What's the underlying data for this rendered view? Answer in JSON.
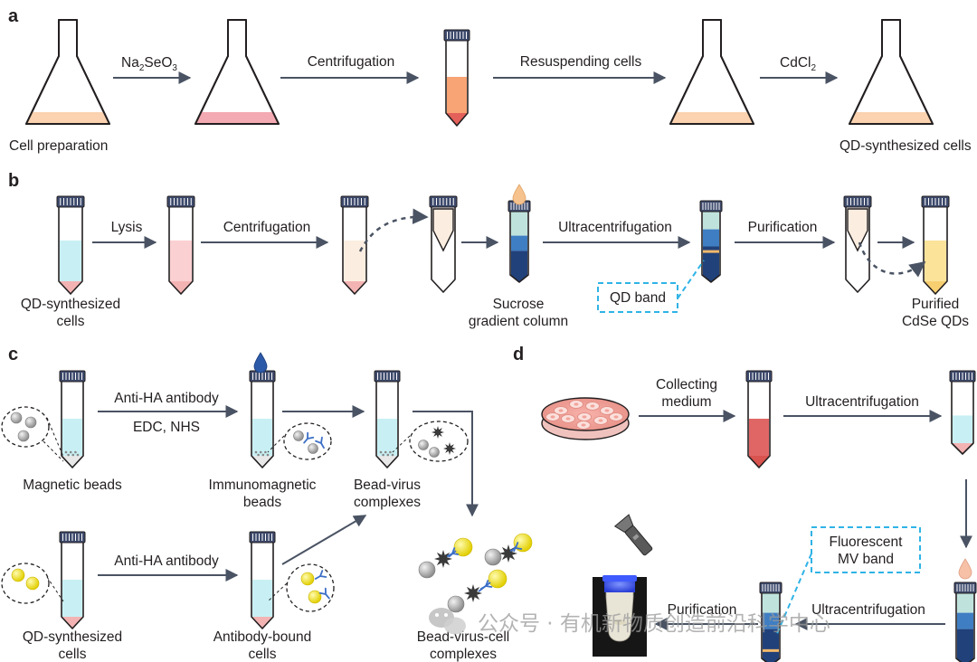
{
  "panels": {
    "a": "a",
    "b": "b",
    "c": "c",
    "d": "d"
  },
  "colors": {
    "arrow": "#4a5363",
    "outline": "#231f20",
    "cap": "#3d4a6c",
    "peach": "#fbd3b0",
    "pink": "#f4aab2",
    "orange": "#f8a474",
    "cyan": "#c8f0f4",
    "light_pink": "#fbd0d2",
    "cream": "#fbeee0",
    "navy": "#21417a",
    "blue": "#3f7ec3",
    "teal": "#bfe3dc",
    "yellow_liquid": "#fbe39a",
    "red_medium": "#e06666",
    "highlight_box": "#2fb3e6",
    "bead_gray": "#a8a8a8",
    "qd_yellow": "#f2e42a",
    "virus_dark": "#3a3a3a",
    "antibody_blue": "#3b6fc7",
    "flashlight_body": "#555555",
    "tube_photo_bg": "#1a1a1a",
    "uv_glow": "#3a55f0"
  },
  "panel_a": {
    "steps": [
      "Na2SeO3",
      "Centrifugation",
      "Resuspending cells",
      "CdCl2"
    ],
    "step_1_base": "Na",
    "step_1_sub1": "2",
    "step_1_rest": "SeO",
    "step_1_sub2": "3",
    "step_4_base": "CdCl",
    "step_4_sub": "2",
    "caption_start": "Cell preparation",
    "caption_end": "QD-synthesized cells"
  },
  "panel_b": {
    "steps": [
      "Lysis",
      "Centrifugation",
      "Ultracentrifugation",
      "Purification"
    ],
    "caption_start": [
      "QD-synthesized",
      "cells"
    ],
    "caption_column": [
      "Sucrose",
      "gradient column"
    ],
    "caption_end": [
      "Purified",
      "CdSe QDs"
    ],
    "callout": "QD band"
  },
  "panel_c": {
    "step_top_1": "Anti-HA antibody",
    "step_top_2": "EDC, NHS",
    "step_bottom": "Anti-HA antibody",
    "caption_beads": "Magnetic beads",
    "caption_immuno": [
      "Immunomagnetic",
      "beads"
    ],
    "caption_complex": [
      "Bead-virus",
      "complexes"
    ],
    "caption_qd_cells": [
      "QD-synthesized",
      "cells"
    ],
    "caption_ab_cells": [
      "Antibody-bound",
      "cells"
    ],
    "caption_final": [
      "Bead-virus-cell",
      "complexes"
    ]
  },
  "panel_d": {
    "step_collect": [
      "Collecting",
      "medium"
    ],
    "step_ultra_1": "Ultracentrifugation",
    "step_ultra_2": "Ultracentrifugation",
    "step_purify": "Purification",
    "callout": [
      "Fluorescent",
      "MV band"
    ]
  },
  "watermark": {
    "text": "公众号 · 有机新物质创造前沿科学中心",
    "logo": "wechat-icon"
  }
}
